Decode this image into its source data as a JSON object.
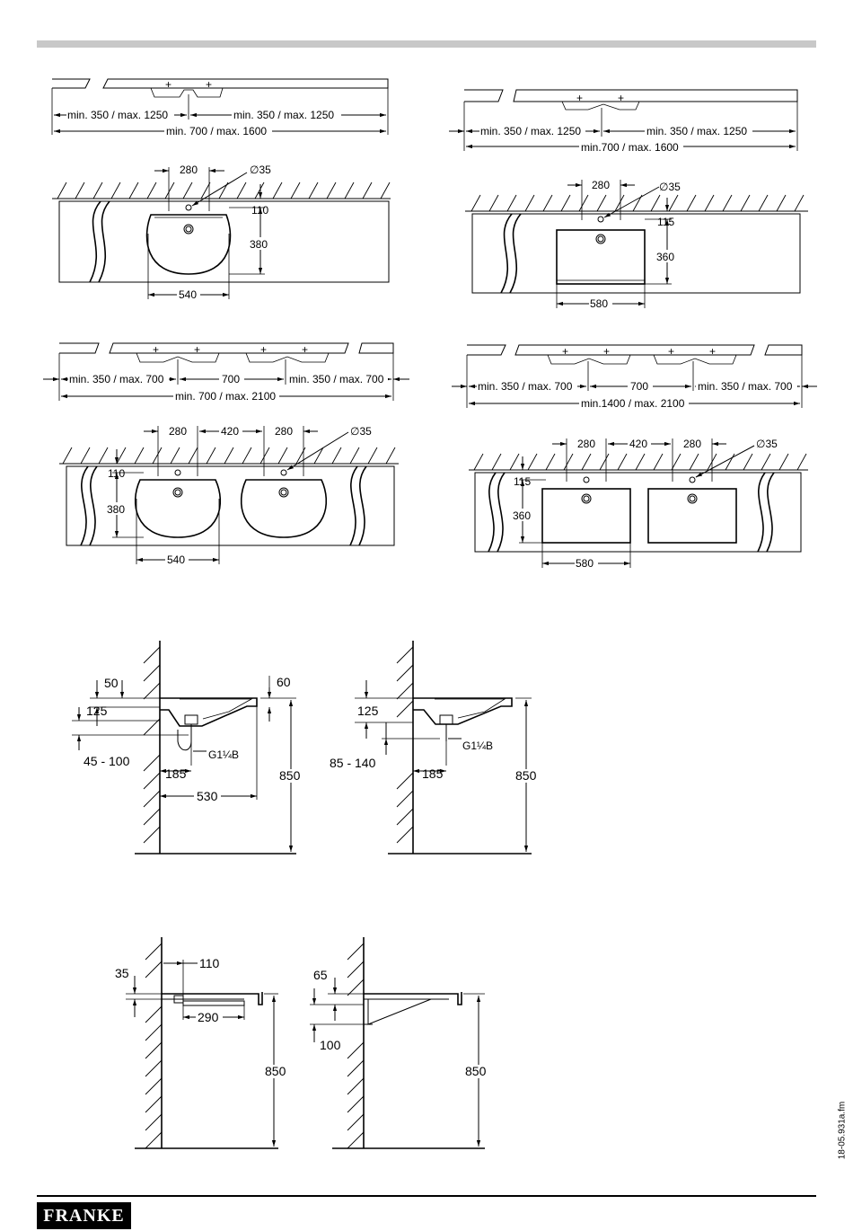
{
  "brand": {
    "logo_text": "FRANKE"
  },
  "doc_ref": "18-05.931a.fm",
  "panel_a": {
    "dim_left": "min. 350 / max. 1250",
    "dim_right": "min. 350 / max. 1250",
    "dim_total": "min. 700 / max. 1600",
    "d280": "280",
    "d_hole": "∅35",
    "d110": "110",
    "d380": "380",
    "d540": "540"
  },
  "panel_b": {
    "dim_left": "min. 350 / max. 1250",
    "dim_right": "min. 350 / max. 1250",
    "dim_total": "min.700 / max. 1600",
    "d280": "280",
    "d_hole": "∅35",
    "d115": "115",
    "d360": "360",
    "d580": "580"
  },
  "panel_c": {
    "dim_left": "min. 350 / max. 700",
    "dim_mid": "700",
    "dim_right": "min. 350 / max. 700",
    "dim_total": "min. 700 / max. 2100",
    "d280a": "280",
    "d420": "420",
    "d280b": "280",
    "d_hole": "∅35",
    "d110": "110",
    "d380": "380",
    "d540": "540"
  },
  "panel_d": {
    "dim_left": "min. 350 / max. 700",
    "dim_mid": "700",
    "dim_right": "min. 350 / max. 700",
    "dim_total": "min.1400 / max. 2100",
    "d280a": "280",
    "d420": "420",
    "d280b": "280",
    "d_hole": "∅35",
    "d115": "115",
    "d360": "360",
    "d580": "580"
  },
  "side_a": {
    "d50": "50",
    "d60": "60",
    "d125": "125",
    "d45_100": "45 - 100",
    "thread": "G1¼B",
    "d185": "185",
    "d530": "530",
    "d850": "850"
  },
  "side_b": {
    "d125": "125",
    "thread": "G1¼B",
    "d85_140": "85 - 140",
    "d185": "185",
    "d850": "850"
  },
  "bracket_a": {
    "d35": "35",
    "d110": "110",
    "d290": "290",
    "d850": "850"
  },
  "bracket_b": {
    "d65": "65",
    "d100": "100",
    "d850": "850"
  }
}
